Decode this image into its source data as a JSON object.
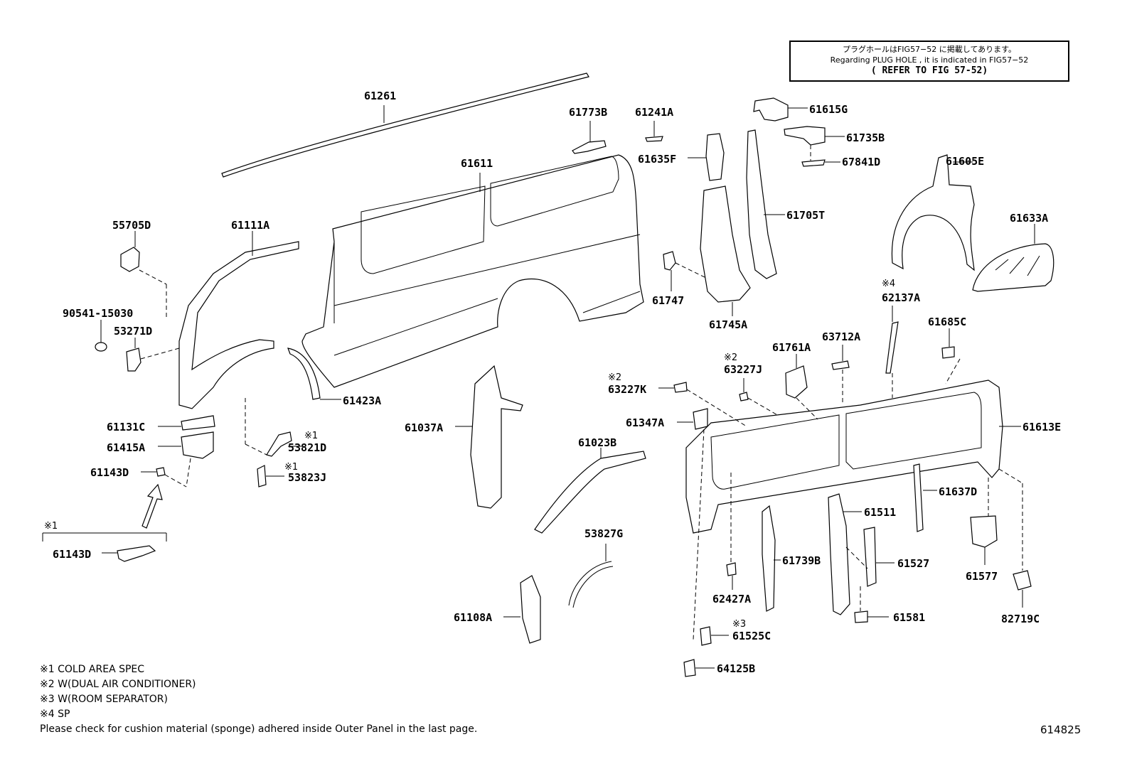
{
  "note_box": {
    "line_jp": "プラグホールはFIG57−52 に掲載してあります。",
    "line_en": "Regarding PLUG HOLE , it is indicated in FIG57−52",
    "line_refer": "( REFER TO FIG 57-52)"
  },
  "part_labels": [
    "61261",
    "61773B",
    "61241A",
    "61615G",
    "61735B",
    "61635F",
    "67841D",
    "61611",
    "61605E",
    "61705T",
    "61633A",
    "55705D",
    "61111A",
    "61747",
    "61745A",
    "62137A",
    "90541-15030",
    "53271D",
    "61761A",
    "63712A",
    "61685C",
    "63227J",
    "63227K",
    "61423A",
    "61347A",
    "61613E",
    "61131C",
    "61037A",
    "61023B",
    "61415A",
    "53821D",
    "61143D",
    "53823J",
    "61637D",
    "61511",
    "61739B",
    "61527",
    "61577",
    "53827G",
    "62427A",
    "61143D",
    "61581",
    "82719C",
    "61108A",
    "61525C",
    "64125B"
  ],
  "markers": {
    "m1": "※1",
    "m2": "※2",
    "m3": "※3",
    "m4": "※4"
  },
  "footnotes": [
    "※1 COLD AREA SPEC",
    "※2 W(DUAL AIR CONDITIONER)",
    "※3 W(ROOM SEPARATOR)",
    "※4 SP",
    "Please check for cushion material (sponge) adhered inside Outer Panel in the last page."
  ],
  "figure_number": "614825"
}
